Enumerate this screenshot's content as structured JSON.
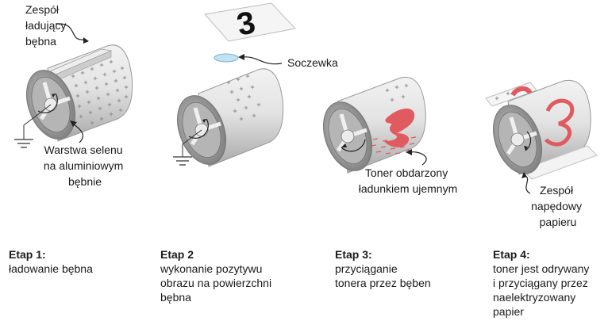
{
  "labels": {
    "charging_unit": [
      "Zespół",
      "ładujący",
      "bębna"
    ],
    "selenium_layer": [
      "Warstwa selenu",
      "na aluminiowym",
      "bębnie"
    ],
    "lens": "Soczewka",
    "toner": [
      "Toner obdarzony",
      "ładunkiem ujemnym"
    ],
    "paper_drive": [
      "Zespół",
      "napędowy",
      "papieru"
    ],
    "paper_digit": "3"
  },
  "stages": [
    {
      "title": "Etap 1:",
      "desc": "ładowanie bębna"
    },
    {
      "title": "Etap 2",
      "desc": "wykonanie pozytywu\nobrazu na powierzchni\nbębna"
    },
    {
      "title": "Etap 3:",
      "desc": "przyciąganie\ntonera przez bęben"
    },
    {
      "title": "Etap 4:",
      "desc": "toner jest odrywany\ni przyciągany przez\nnaelektryzowany\npapier"
    }
  ],
  "colors": {
    "drum_body": "#d9d9d9",
    "drum_end": "#9e9e9e",
    "toner": "#e05a5f",
    "lens": "#bfe3f2",
    "charge_marks": "#8a8a8a"
  }
}
